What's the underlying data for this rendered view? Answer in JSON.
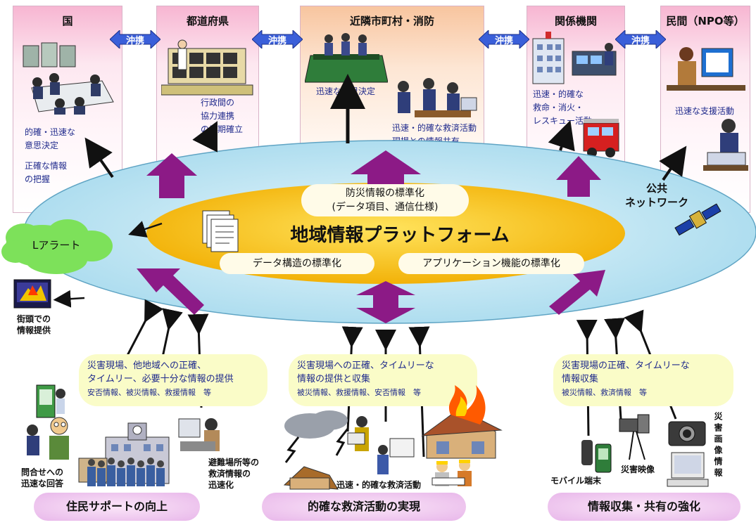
{
  "organizations": [
    {
      "name": "国",
      "texts": [
        "的確・迅速な",
        "意思決定",
        "",
        "正確な情報",
        "の把握"
      ]
    },
    {
      "name": "都道府県",
      "texts": [
        "行政間の",
        "協力連携",
        "の早期確立"
      ]
    },
    {
      "name": "近隣市町村・消防",
      "texts": [
        "迅速な意思決定"
      ],
      "texts2": [
        "迅速・的確な救済活動",
        "現場との情報共有"
      ]
    },
    {
      "name": "関係機関",
      "texts": [
        "迅速・的確な",
        "救命・消火・",
        "レスキュー活動"
      ]
    },
    {
      "name": "民間（NPO等）",
      "texts": [
        "迅速な支援活動"
      ]
    }
  ],
  "link_label": "沖携",
  "platform": {
    "title": "地域情報プラットフォーム",
    "std1": [
      "防災情報の標準化",
      "(データ項目、通信仕様)"
    ],
    "std2": "データ構造の標準化",
    "std3": "アプリケーション機能の標準化"
  },
  "public_network": [
    "公共",
    "ネットワーク"
  ],
  "l_alert": "Lアラート",
  "street_info": [
    "街頭での",
    "情報提供"
  ],
  "boxes": [
    {
      "lines": [
        "災害現場、他地域への正確、",
        "タイムリー、必要十分な情報の提供"
      ],
      "sub": "安否情報、被災情報、救援情報　等"
    },
    {
      "lines": [
        "災害現場への正確、タイムリーな",
        "情報の提供と収集"
      ],
      "sub": "被災情報、救援情報、安否情報　等"
    },
    {
      "lines": [
        "災害現場の正確、タイムリーな",
        "情報収集"
      ],
      "sub": "被災情報、救済情報　等"
    }
  ],
  "bottom_labels": {
    "inquiry": [
      "問合せへの",
      "迅速な回答"
    ],
    "evacuation": [
      "避難場所等の",
      "救済情報の",
      "迅速化"
    ],
    "rescue": "迅速・的確な救済活動",
    "mobile": "モバイル端末",
    "video": "災害映像",
    "image_vertical": "災害画像情報"
  },
  "outcomes": [
    "住民サポートの向上",
    "的確な救済活動の実現",
    "情報収集・共有の強化"
  ],
  "colors": {
    "panel_pink": "#f7b6d2",
    "panel_peach": "#f8c59f",
    "ellipse": "#bfe6f3",
    "platform": "#f5b800",
    "arrow": "#8c1a86",
    "link": "#3a5fd9",
    "box": "#fafcc8",
    "pill": "#e8b7ea"
  }
}
